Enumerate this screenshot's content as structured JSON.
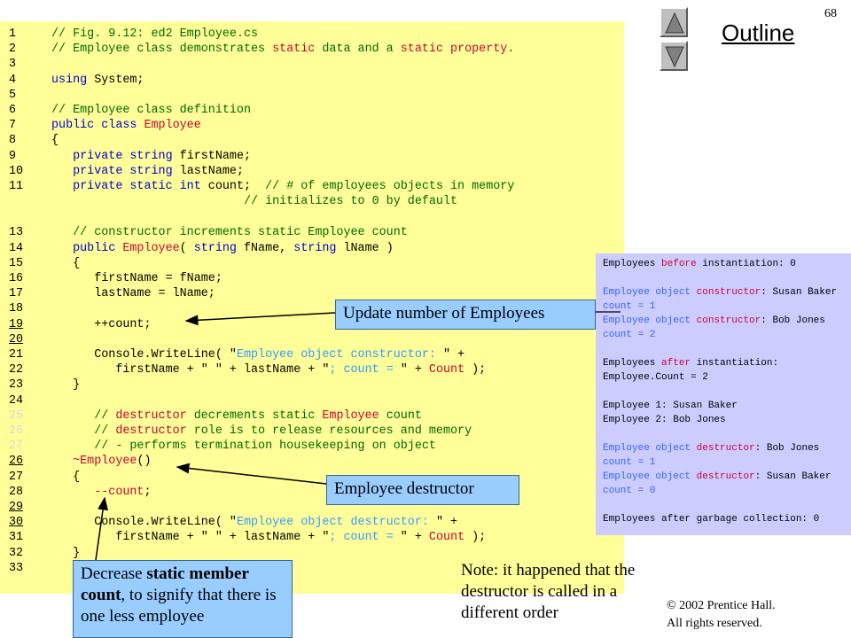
{
  "page_number": "68",
  "outline_title": "Outline",
  "nav": {
    "up_icon": "triangle-up-icon",
    "down_icon": "triangle-down-icon"
  },
  "code": {
    "lines": [
      {
        "num": "1",
        "tokens": [
          [
            "c",
            "// Fig. 9.12: ed2 Employee.cs"
          ]
        ]
      },
      {
        "num": "2",
        "tokens": [
          [
            "c",
            "// Employee class demonstrates "
          ],
          [
            "i",
            "static"
          ],
          [
            "c",
            " data and a "
          ],
          [
            "i",
            "static"
          ],
          [
            "c",
            " "
          ],
          [
            "i",
            "property"
          ],
          [
            "c",
            "."
          ]
        ]
      },
      {
        "num": "3",
        "tokens": []
      },
      {
        "num": "4",
        "tokens": [
          [
            "k",
            "using"
          ],
          [
            "p",
            " System;"
          ]
        ]
      },
      {
        "num": "5",
        "tokens": []
      },
      {
        "num": "6",
        "tokens": [
          [
            "c",
            "// Employee class definition"
          ]
        ]
      },
      {
        "num": "7",
        "tokens": [
          [
            "k",
            "public class "
          ],
          [
            "i",
            "Employee"
          ]
        ]
      },
      {
        "num": "8",
        "tokens": [
          [
            "p",
            "{"
          ]
        ]
      },
      {
        "num": "9",
        "tokens": [
          [
            "k",
            "   private string "
          ],
          [
            "p",
            "firstName;"
          ]
        ]
      },
      {
        "num": "10",
        "tokens": [
          [
            "k",
            "   private string "
          ],
          [
            "p",
            "lastName;"
          ]
        ]
      },
      {
        "num": "11",
        "tokens": [
          [
            "k",
            "   private static int "
          ],
          [
            "p",
            "count; "
          ],
          [
            "c",
            " // # of employees objects in memory"
          ]
        ]
      },
      {
        "num": "",
        "tokens": [
          [
            "c",
            "                           // initializes to 0 by default"
          ]
        ]
      },
      {
        "num": "13",
        "tokens": [
          [
            "c",
            "   // constructor increments static Employee count"
          ]
        ]
      },
      {
        "num": "14",
        "tokens": [
          [
            "k",
            "   public "
          ],
          [
            "i",
            "Employee"
          ],
          [
            "p",
            "( "
          ],
          [
            "k",
            "string "
          ],
          [
            "p",
            "fName, "
          ],
          [
            "k",
            "string "
          ],
          [
            "p",
            "lName )"
          ]
        ]
      },
      {
        "num": "15",
        "tokens": [
          [
            "p",
            "   {"
          ]
        ]
      },
      {
        "num": "16",
        "tokens": [
          [
            "p",
            "      firstName = fName;"
          ]
        ]
      },
      {
        "num": "17",
        "tokens": [
          [
            "p",
            "      lastName = lName;"
          ]
        ]
      },
      {
        "num": "18",
        "tokens": []
      },
      {
        "num": "19",
        "tokens": [
          [
            "p",
            "      ++count;"
          ]
        ]
      },
      {
        "num": "20",
        "tokens": []
      },
      {
        "num": "21",
        "tokens": [
          [
            "p",
            "      Console.WriteLine( \""
          ],
          [
            "s",
            "Employee object constructor: "
          ],
          [
            "p",
            "\" +"
          ]
        ]
      },
      {
        "num": "22",
        "tokens": [
          [
            "p",
            "         firstName + \" \" + lastName + \""
          ],
          [
            "s",
            "; count = "
          ],
          [
            "p",
            "\" + "
          ],
          [
            "i",
            "Count"
          ],
          [
            "p",
            " );"
          ]
        ]
      },
      {
        "num": "23",
        "tokens": [
          [
            "p",
            "   }"
          ]
        ]
      },
      {
        "num": "24",
        "tokens": []
      },
      {
        "num": "25",
        "tokens": [
          [
            "c",
            "      // "
          ],
          [
            "i",
            "destructor"
          ],
          [
            "c",
            " decrements static "
          ],
          [
            "i",
            "Employee"
          ],
          [
            "c",
            " count"
          ]
        ]
      },
      {
        "num": "26",
        "tokens": [
          [
            "c",
            "      // "
          ],
          [
            "i",
            "destructor"
          ],
          [
            "c",
            " role is to release resources and memory"
          ]
        ]
      },
      {
        "num": "27",
        "tokens": [
          [
            "c",
            "      // - performs termination housekeeping on object"
          ]
        ]
      },
      {
        "num": "26",
        "tokens": [
          [
            "i",
            "   ~Employee"
          ],
          [
            "p",
            "()"
          ]
        ]
      },
      {
        "num": "27",
        "tokens": [
          [
            "p",
            "   {"
          ]
        ]
      },
      {
        "num": "28",
        "tokens": [
          [
            "i",
            "      --count"
          ],
          [
            "p",
            ";"
          ]
        ]
      },
      {
        "num": "29",
        "tokens": []
      },
      {
        "num": "30",
        "tokens": [
          [
            "p",
            "      Console.WriteLine( \""
          ],
          [
            "s",
            "Employee object destructor: "
          ],
          [
            "p",
            "\" +"
          ]
        ]
      },
      {
        "num": "31",
        "tokens": [
          [
            "p",
            "         firstName + \" \" + lastName + \""
          ],
          [
            "s",
            "; count = "
          ],
          [
            "p",
            "\" + "
          ],
          [
            "i",
            "Count"
          ],
          [
            "p",
            " );"
          ]
        ]
      },
      {
        "num": "32",
        "tokens": [
          [
            "p",
            "   }"
          ]
        ]
      },
      {
        "num": "33",
        "tokens": []
      }
    ]
  },
  "output": {
    "lines": [
      [
        [
          "p",
          "Employees "
        ],
        [
          "k",
          "before"
        ],
        [
          "p",
          " instantiation: 0"
        ]
      ],
      [],
      [
        [
          "i",
          "Employee object"
        ],
        [
          "p",
          " "
        ],
        [
          "k",
          "constructor"
        ],
        [
          "p",
          ": Susan Baker"
        ]
      ],
      [
        [
          "i",
          "count = 1"
        ]
      ],
      [
        [
          "i",
          "Employee object"
        ],
        [
          "p",
          " "
        ],
        [
          "k",
          "constructor"
        ],
        [
          "p",
          ": Bob Jones"
        ]
      ],
      [
        [
          "i",
          "count = 2"
        ]
      ],
      [],
      [
        [
          "p",
          "Employees "
        ],
        [
          "k",
          "after"
        ],
        [
          "p",
          " instantiation:"
        ]
      ],
      [
        [
          "p",
          "Employee.Count = 2"
        ]
      ],
      [],
      [
        [
          "p",
          "Employee 1: Susan Baker"
        ]
      ],
      [
        [
          "p",
          "Employee 2: Bob Jones"
        ]
      ],
      [],
      [
        [
          "i",
          "Employee object"
        ],
        [
          "p",
          " "
        ],
        [
          "k",
          "destructor"
        ],
        [
          "p",
          ": Bob Jones"
        ]
      ],
      [
        [
          "i",
          "count = 1"
        ]
      ],
      [
        [
          "i",
          "Employee object"
        ],
        [
          "p",
          " "
        ],
        [
          "k",
          "destructor"
        ],
        [
          "p",
          ": Susan Baker"
        ]
      ],
      [
        [
          "i",
          "count = 0"
        ]
      ],
      [],
      [
        [
          "p",
          "Employees after garbage collection: 0"
        ]
      ]
    ]
  },
  "callouts": {
    "update": "Update number of Employees",
    "destructor": "Employee destructor",
    "decrease": {
      "part1": "Decrease ",
      "bold": "static member count",
      "part2": ", to signify that there is one less employee"
    }
  },
  "note": "Note: it happened that the destructor is called in a different order",
  "copyright": {
    "line1": "© 2002 Prentice Hall.",
    "line2": "All rights reserved."
  }
}
